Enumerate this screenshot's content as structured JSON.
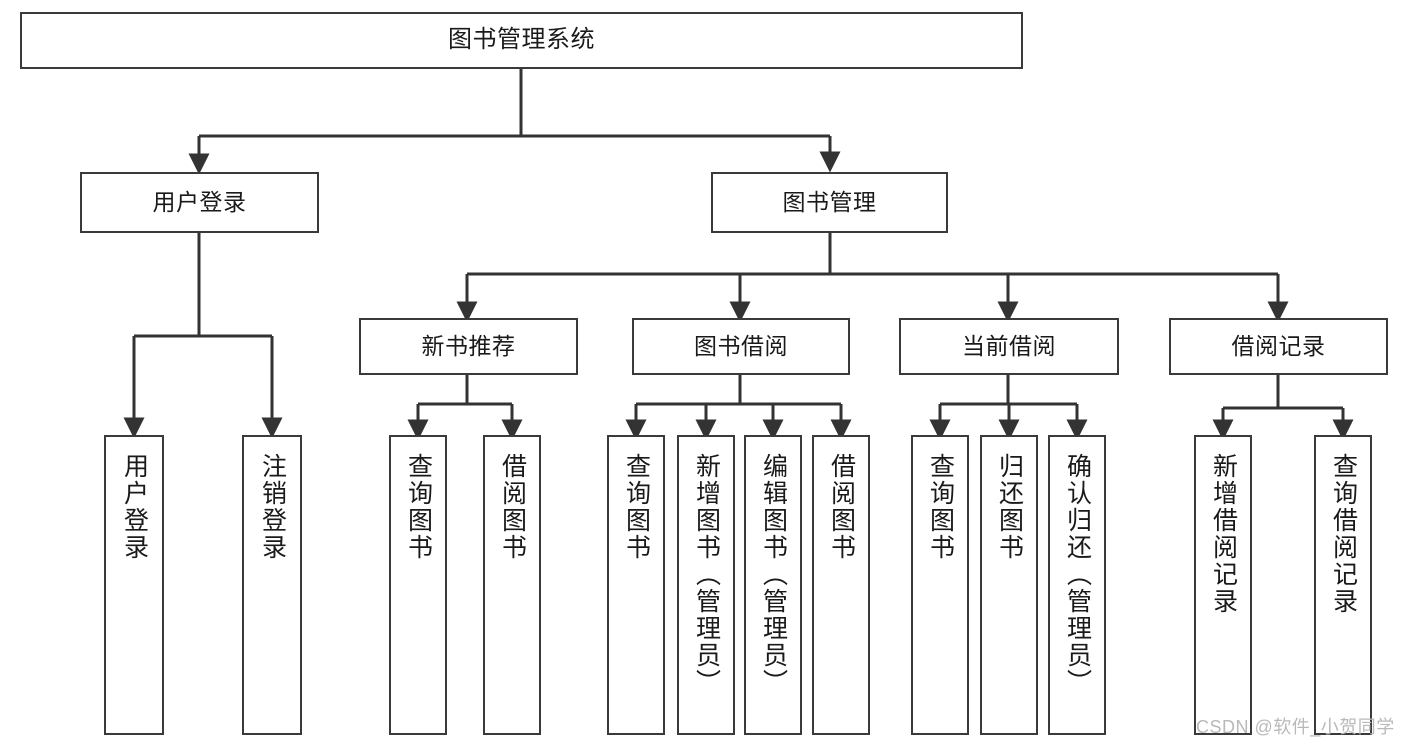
{
  "diagram": {
    "type": "tree-hierarchy",
    "title": "图书管理系统",
    "watermark": "CSDN @软件_小贺同学",
    "colors": {
      "box_border": "#3a3a3a",
      "box_fill": "#ffffff",
      "connector": "#333333",
      "text": "#1a1a1a",
      "watermark": "#b9b9b9",
      "background": "#ffffff"
    },
    "levels": [
      {
        "level": 1,
        "nodes": [
          {
            "id": "root",
            "label": "图书管理系统",
            "orientation": "horizontal"
          }
        ]
      },
      {
        "level": 2,
        "nodes": [
          {
            "id": "user-login",
            "label": "用户登录",
            "orientation": "horizontal",
            "parent": "root"
          },
          {
            "id": "book-mgmt",
            "label": "图书管理",
            "orientation": "horizontal",
            "parent": "root"
          }
        ]
      },
      {
        "level": 3,
        "nodes": [
          {
            "id": "new-book-rec",
            "label": "新书推荐",
            "orientation": "horizontal",
            "parent": "book-mgmt"
          },
          {
            "id": "book-borrow",
            "label": "图书借阅",
            "orientation": "horizontal",
            "parent": "book-mgmt"
          },
          {
            "id": "current-borrow",
            "label": "当前借阅",
            "orientation": "horizontal",
            "parent": "book-mgmt"
          },
          {
            "id": "borrow-record",
            "label": "借阅记录",
            "orientation": "horizontal",
            "parent": "book-mgmt"
          }
        ]
      },
      {
        "level": 4,
        "nodes": [
          {
            "id": "leaf-user-login",
            "label": "用户登录",
            "orientation": "vertical",
            "parent": "user-login"
          },
          {
            "id": "leaf-logout",
            "label": "注销登录",
            "orientation": "vertical",
            "parent": "user-login"
          },
          {
            "id": "leaf-query-book-1",
            "label": "查询图书",
            "orientation": "vertical",
            "parent": "new-book-rec"
          },
          {
            "id": "leaf-borrow-book-1",
            "label": "借阅图书",
            "orientation": "vertical",
            "parent": "new-book-rec"
          },
          {
            "id": "leaf-query-book-2",
            "label": "查询图书",
            "orientation": "vertical",
            "parent": "book-borrow"
          },
          {
            "id": "leaf-add-book",
            "label": "新增图书（管理员）",
            "orientation": "vertical",
            "parent": "book-borrow"
          },
          {
            "id": "leaf-edit-book",
            "label": "编辑图书（管理员）",
            "orientation": "vertical",
            "parent": "book-borrow"
          },
          {
            "id": "leaf-borrow-book-2",
            "label": "借阅图书",
            "orientation": "vertical",
            "parent": "book-borrow"
          },
          {
            "id": "leaf-query-book-3",
            "label": "查询图书",
            "orientation": "vertical",
            "parent": "current-borrow"
          },
          {
            "id": "leaf-return-book",
            "label": "归还图书",
            "orientation": "vertical",
            "parent": "current-borrow"
          },
          {
            "id": "leaf-confirm-return",
            "label": "确认归还（管理员）",
            "orientation": "vertical",
            "parent": "current-borrow"
          },
          {
            "id": "leaf-add-record",
            "label": "新增借阅记录",
            "orientation": "vertical",
            "parent": "borrow-record"
          },
          {
            "id": "leaf-query-record",
            "label": "查询借阅记录",
            "orientation": "vertical",
            "parent": "borrow-record"
          }
        ]
      }
    ]
  }
}
